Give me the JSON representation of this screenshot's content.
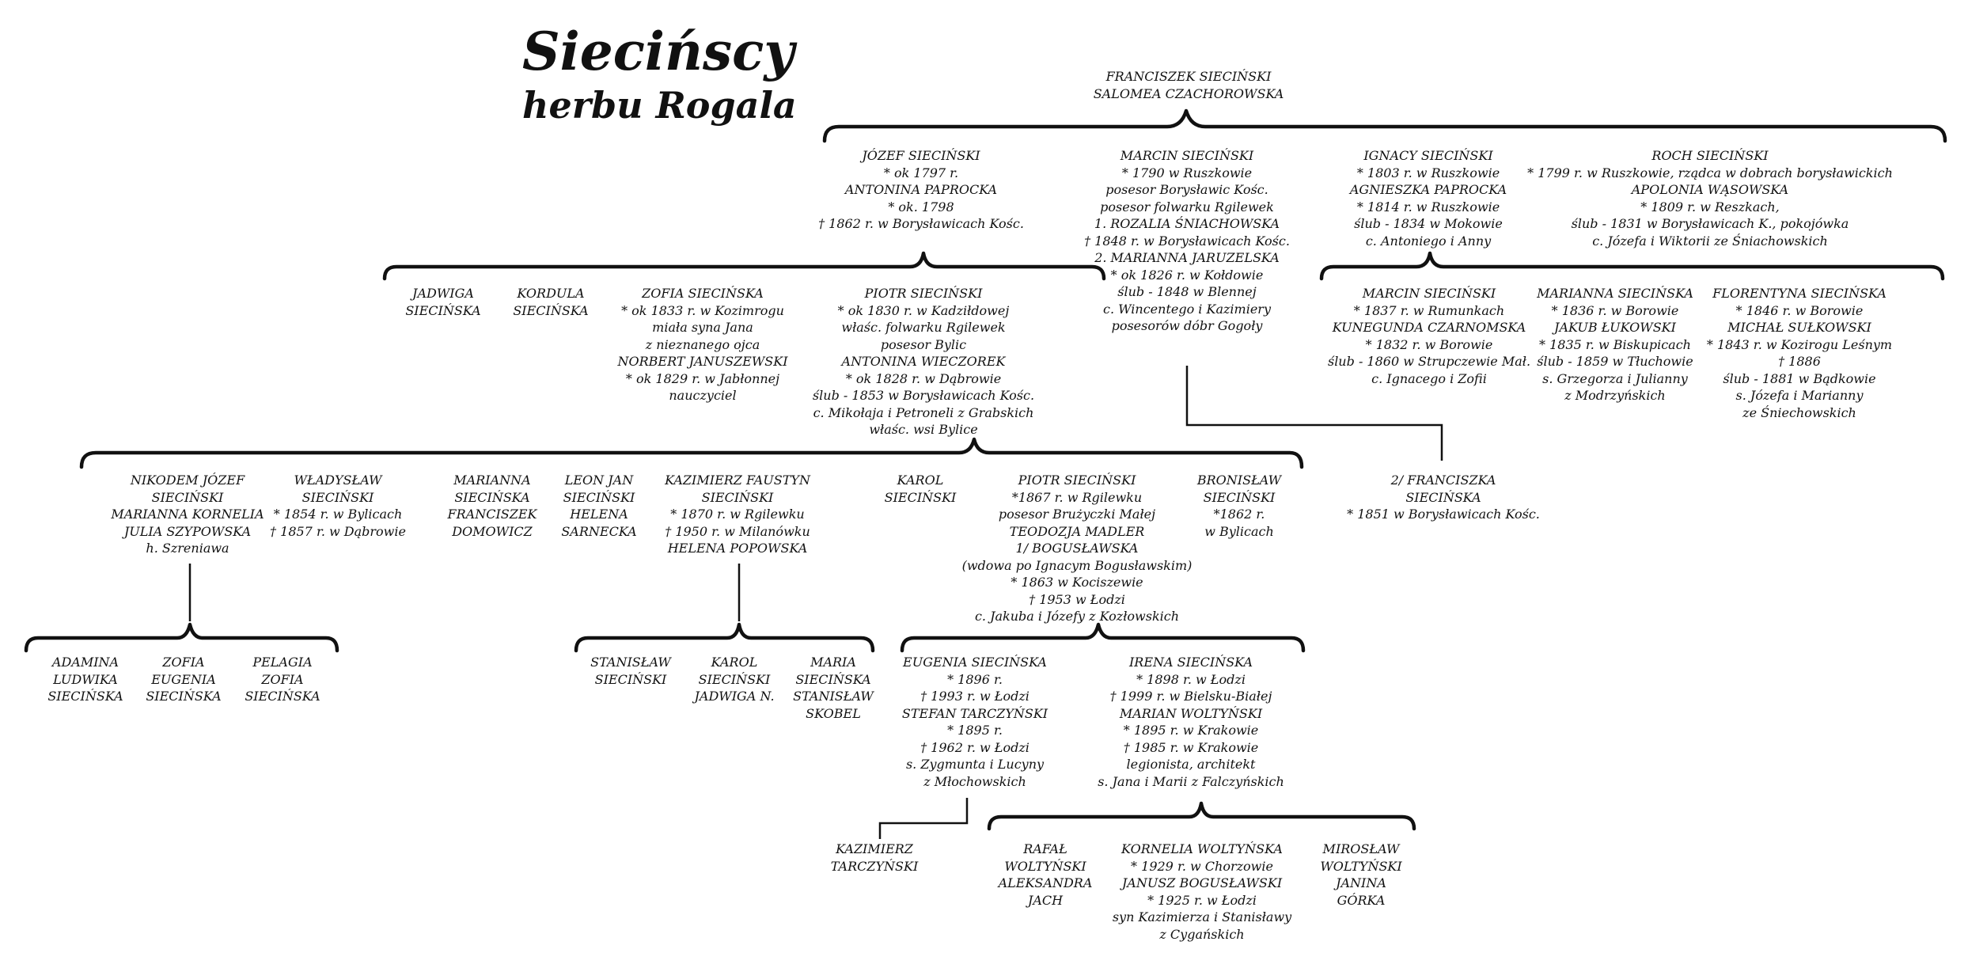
{
  "title": "Siecińscy",
  "subtitle": "herbu Rogala",
  "people": {
    "root": [
      "FRANCISZEK SIECIŃSKI",
      "SALOMEA CZACHOROWSKA"
    ],
    "jozef": [
      "JÓZEF SIECIŃSKI",
      "* ok 1797 r.",
      "ANTONINA PAPROCKA",
      "* ok. 1798",
      "† 1862 r. w Borysławicach Kośc."
    ],
    "marcin_sr": [
      "MARCIN SIECIŃSKI",
      "* 1790 w Ruszkowie",
      "posesor Borysławic Kośc.",
      "posesor folwarku Rgilewek",
      "1. ROZALIA ŚNIACHOWSKA",
      "† 1848 r. w Borysławicach Kośc.",
      "2. MARIANNA JARUZELSKA",
      "* ok 1826 r. w Kołdowie",
      "ślub - 1848 w Blennej",
      "c. Wincentego i Kazimiery",
      "posesorów dóbr Gogoły"
    ],
    "ignacy": [
      "IGNACY SIECIŃSKI",
      "* 1803 r. w Ruszkowie",
      "AGNIESZKA PAPROCKA",
      "* 1814 r. w Ruszkowie",
      "ślub - 1834 w Mokowie",
      "c. Antoniego i Anny"
    ],
    "roch": [
      "ROCH SIECIŃSKI",
      "* 1799 r. w Ruszkowie, rządca w dobrach borysławickich",
      "APOLONIA WĄSOWSKA",
      "* 1809 r. w Reszkach,",
      "ślub - 1831 w Borysławicach K., pokojówka",
      "c. Józefa i Wiktorii ze Śniachowskich"
    ],
    "jadwiga": [
      "JADWIGA",
      "SIECIŃSKA"
    ],
    "kordula": [
      "KORDULA",
      "SIECIŃSKA"
    ],
    "zofia": [
      "ZOFIA SIECIŃSKA",
      "* ok 1833 r. w Kozimrogu",
      "miała syna Jana",
      "z nieznanego ojca",
      "NORBERT JANUSZEWSKI",
      "* ok 1829 r. w Jabłonnej",
      "nauczyciel"
    ],
    "piotr_sr": [
      "PIOTR SIECIŃSKI",
      "* ok 1830 r. w Kadziłdowej",
      "właśc. folwarku Rgilewek",
      "posesor Bylic",
      "ANTONINA WIECZOREK",
      "* ok 1828 r. w Dąbrowie",
      "ślub - 1853 w Borysławicach Kośc.",
      "c. Mikołaja i Petroneli z Grabskich",
      "właśc. wsi Bylice"
    ],
    "marcin_jr": [
      "MARCIN SIECIŃSKI",
      "* 1837 r. w Rumunkach",
      "KUNEGUNDA CZARNOMSKA",
      "* 1832 r. w Borowie",
      "ślub - 1860 w Strupczewie Mał.",
      "c. Ignacego i Zofii"
    ],
    "marianna_s": [
      "MARIANNA SIECIŃSKA",
      "* 1836 r. w Borowie",
      "JAKUB ŁUKOWSKI",
      "* 1835 r. w Biskupicach",
      "ślub - 1859 w Tłuchowie",
      "s. Grzegorza i Julianny",
      "z Modrzyńskich"
    ],
    "florentyna": [
      "FLORENTYNA SIECIŃSKA",
      "* 1846 r. w Borowie",
      "MICHAŁ SUŁKOWSKI",
      "* 1843 r. w Kozirogu Leśnym",
      "† 1886",
      "ślub - 1881 w Bądkowie",
      "s. Józefa i Marianny",
      "ze Śniechowskich"
    ],
    "franciszka": [
      "2/ FRANCISZKA",
      "SIECIŃSKA",
      "* 1851 w Borysławicach Kośc."
    ],
    "nikodem": [
      "NIKODEM JÓZEF",
      "SIECIŃSKI",
      "MARIANNA KORNELIA",
      "JULIA SZYPOWSKA",
      "h. Szreniawa"
    ],
    "wladyslaw": [
      "WŁADYSŁAW",
      "SIECIŃSKI",
      "* 1854 r. w Bylicach",
      "† 1857 r. w Dąbrowie"
    ],
    "marianna_f": [
      "MARIANNA",
      "SIECIŃSKA",
      "FRANCISZEK",
      "DOMOWICZ"
    ],
    "leon": [
      "LEON JAN",
      "SIECIŃSKI",
      "HELENA",
      "SARNECKA"
    ],
    "kazimierz_f": [
      "KAZIMIERZ FAUSTYN",
      "SIECIŃSKI",
      "* 1870 r. w Rgilewku",
      "† 1950 r. w Milanówku",
      "HELENA POPOWSKA"
    ],
    "karol_a": [
      "KAROL",
      "SIECIŃSKI"
    ],
    "piotr_jr": [
      "PIOTR SIECIŃSKI",
      "*1867 r. w Rgilewku",
      "posesor Brużyczki Małej",
      "TEODOZJA MADLER",
      "1/ BOGUSŁAWSKA",
      "(wdowa po Ignacym Bogusławskim)",
      "* 1863 w Kociszewie",
      "† 1953 w Łodzi",
      "c. Jakuba i Józefy z Kozłowskich"
    ],
    "bronislaw": [
      "BRONISŁAW",
      "SIECIŃSKI",
      "*1862 r.",
      "w Bylicach"
    ],
    "adamina": [
      "ADAMINA",
      "LUDWIKA",
      "SIECIŃSKA"
    ],
    "zofia_e": [
      "ZOFIA",
      "EUGENIA",
      "SIECIŃSKA"
    ],
    "pelagia": [
      "PELAGIA",
      "ZOFIA",
      "SIECIŃSKA"
    ],
    "stanislaw": [
      "STANISŁAW",
      "SIECIŃSKI"
    ],
    "karol_b": [
      "KAROL",
      "SIECIŃSKI",
      "JADWIGA N."
    ],
    "maria": [
      "MARIA",
      "SIECIŃSKA",
      "STANISŁAW",
      "SKOBEL"
    ],
    "eugenia": [
      "EUGENIA SIECIŃSKA",
      "* 1896 r.",
      "† 1993 r. w Łodzi",
      "STEFAN TARCZYŃSKI",
      "* 1895 r.",
      "† 1962 r. w Łodzi",
      "s. Zygmunta i Lucyny",
      "z Młochowskich"
    ],
    "irena": [
      "IRENA SIECIŃSKA",
      "* 1898 r. w Łodzi",
      "† 1999 r. w Bielsku-Białej",
      "MARIAN WOLTYŃSKI",
      "* 1895 r. w Krakowie",
      "† 1985 r. w Krakowie",
      "legionista, architekt",
      "s. Jana i Marii z Falczyńskich"
    ],
    "kazimierz_t": [
      "KAZIMIERZ",
      "TARCZYŃSKI"
    ],
    "rafal": [
      "RAFAŁ",
      "WOLTYŃSKI",
      "ALEKSANDRA",
      "JACH"
    ],
    "kornelia": [
      "KORNELIA WOLTYŃSKA",
      "* 1929 r. w Chorzowie",
      "JANUSZ BOGUSŁAWSKI",
      "* 1925 r. w Łodzi",
      "syn Kazimierza i Stanisławy",
      "z Cygańskich"
    ],
    "miroslaw": [
      "MIROSŁAW",
      "WOLTYŃSKI",
      "JANINA",
      "GÓRKA"
    ]
  }
}
